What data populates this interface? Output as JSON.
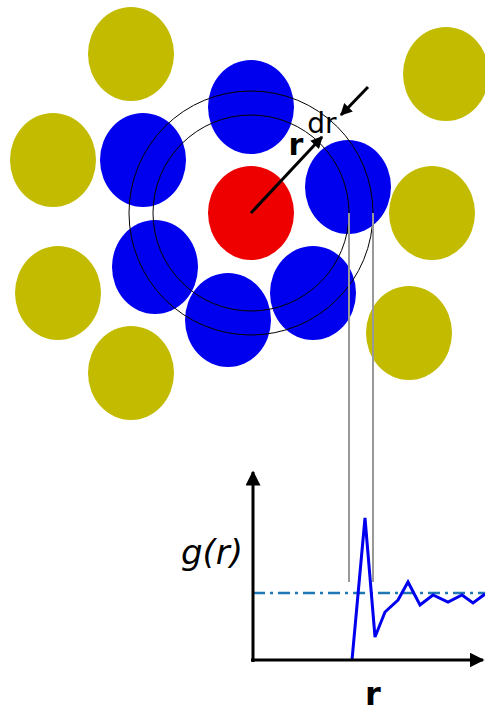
{
  "diagram": {
    "labels": [
      "r",
      "dr",
      "g(r)",
      "r"
    ]
  }
}
